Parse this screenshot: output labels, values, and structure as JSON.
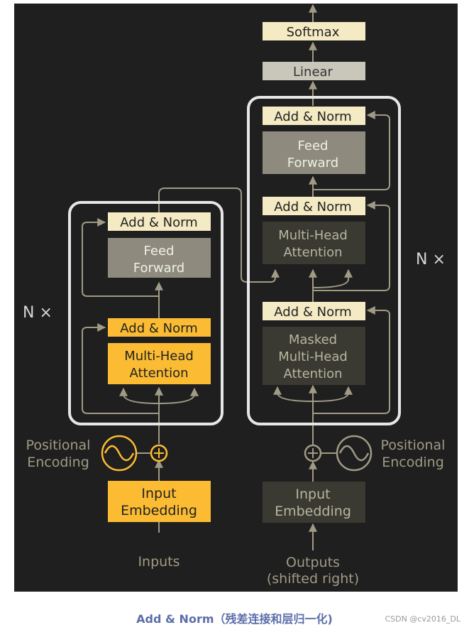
{
  "diagram": {
    "encoder": {
      "repeat_label": "N ×",
      "add_norm_top": "Add & Norm",
      "feed_forward": [
        "Feed",
        "Forward"
      ],
      "add_norm_bottom": "Add & Norm",
      "attention": [
        "Multi-Head",
        "Attention"
      ],
      "positional_encoding": [
        "Positional",
        "Encoding"
      ],
      "embedding": [
        "Input",
        "Embedding"
      ],
      "input_label": "Inputs"
    },
    "decoder": {
      "repeat_label": "N ×",
      "softmax": "Softmax",
      "linear": "Linear",
      "add_norm_top": "Add & Norm",
      "feed_forward": [
        "Feed",
        "Forward"
      ],
      "add_norm_middle": "Add & Norm",
      "cross_attention": [
        "Multi-Head",
        "Attention"
      ],
      "add_norm_bottom": "Add & Norm",
      "masked_attention": [
        "Masked",
        "Multi-Head",
        "Attention"
      ],
      "positional_encoding": [
        "Positional",
        "Encoding"
      ],
      "embedding": [
        "Input",
        "Embedding"
      ],
      "output_label": [
        "Outputs",
        "(shifted right)"
      ]
    },
    "colors": {
      "background": "#1f1f1f",
      "highlight_yellow": "#fbbc33",
      "pale_yellow": "#f4eac3",
      "gray_box": "#8e8b7e",
      "dark_box": "#3a3a32",
      "line": "#a09b85",
      "frame": "#e6e6e6"
    }
  },
  "caption": "Add & Norm（残差连接和层归一化)",
  "watermark": "CSDN @cv2016_DL"
}
